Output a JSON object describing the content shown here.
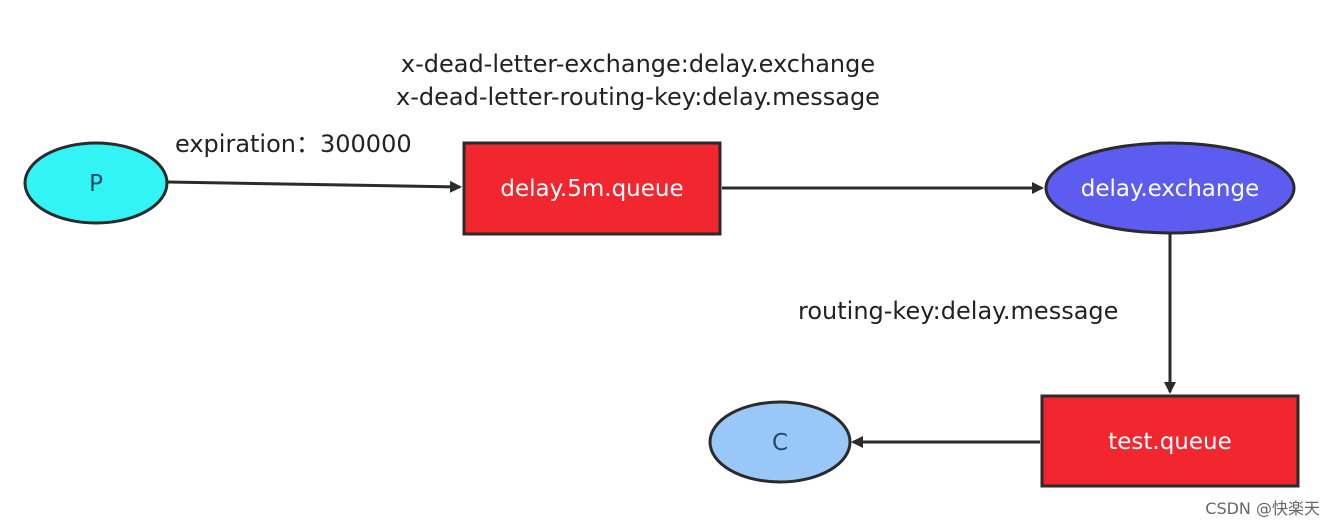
{
  "annotations": {
    "header_line1": "x-dead-letter-exchange:delay.exchange",
    "header_line2": "x-dead-letter-routing-key:delay.message",
    "expiration": "expiration：300000",
    "routing_key": "routing-key:delay.message"
  },
  "nodes": {
    "producer": {
      "label": "P",
      "shape": "ellipse",
      "fill": "#33f4f4",
      "text_color": "#1f4a6b"
    },
    "delay_queue": {
      "label": "delay.5m.queue",
      "shape": "rectangle",
      "fill": "#f2262f",
      "text_color": "#ffffff"
    },
    "delay_exchange": {
      "label": "delay.exchange",
      "shape": "ellipse",
      "fill": "#5c5cf0",
      "text_color": "#ffffff"
    },
    "test_queue": {
      "label": "test.queue",
      "shape": "rectangle",
      "fill": "#f2262f",
      "text_color": "#ffffff"
    },
    "consumer": {
      "label": "C",
      "shape": "ellipse",
      "fill": "#99c8f8",
      "text_color": "#1f4a6b"
    }
  },
  "edges": [
    {
      "from": "producer",
      "to": "delay_queue"
    },
    {
      "from": "delay_queue",
      "to": "delay_exchange"
    },
    {
      "from": "delay_exchange",
      "to": "test_queue"
    },
    {
      "from": "test_queue",
      "to": "consumer"
    }
  ],
  "colors": {
    "stroke": "#2b2b2b",
    "text": "#222222"
  },
  "watermark": "CSDN @快楽天"
}
